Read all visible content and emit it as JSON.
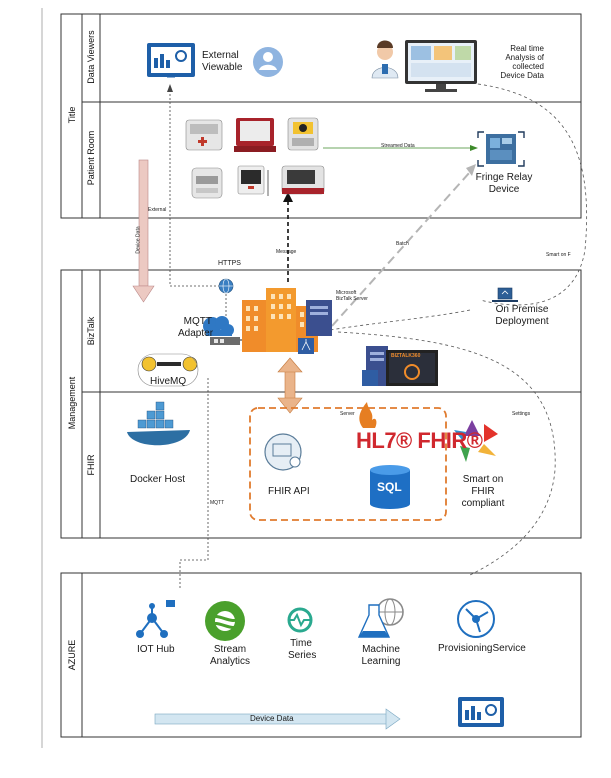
{
  "groups": {
    "title": "Title",
    "management": "Management",
    "azure": "AZURE"
  },
  "lanes": {
    "data_viewers": "Data Viewers",
    "patient_room": "Patient Room",
    "biztalk": "BizTalk",
    "fhir": "FHIR"
  },
  "nodes": {
    "external_viewable": [
      "External",
      "Viewable"
    ],
    "realtime": [
      "Real   time",
      "Analysis   of",
      "collected",
      "Device Data"
    ],
    "fringe_relay": [
      "Fringe Relay",
      "Device"
    ],
    "biztalk_server": [
      "Microsoft",
      "BizTalk Server"
    ],
    "mqtt_adapter": [
      "MQTT",
      "Adapter"
    ],
    "hivemq": "HiveMQ",
    "on_premise": [
      "On Premise",
      "Deployment"
    ],
    "biztalk360_logo": "BIZTALK360",
    "docker_host": "Docker Host",
    "fhir_api": "FHIR API",
    "hl7_fhir": "HL7® FHIR®",
    "sql": "SQL",
    "smart_fhir": [
      "Smart on",
      "FHIR",
      "compliant"
    ],
    "iot_hub": "IOT Hub",
    "stream_analytics": [
      "Stream",
      "Analytics"
    ],
    "time_series": [
      "Time",
      "Series"
    ],
    "machine_learning": [
      "Machine",
      "Learning"
    ],
    "provisioning": "ProvisioningService"
  },
  "edges": {
    "streamed_data": "Streamed Data",
    "external": "External",
    "device_data_vertical": "Device Data",
    "message": "Message",
    "batch": "Batch",
    "smart_on_f": "Smart on F",
    "https": "HTTPS",
    "server": "Server",
    "settings": "Settings",
    "mqtt": "MQTT",
    "device_data_horizontal": "Device Data"
  },
  "colors": {
    "lane_border": "#333333",
    "orange_border": "#e07b2e",
    "iot_blue": "#1f6fbf",
    "stream_green": "#4aa02c",
    "teal": "#2aa98f",
    "device_data_arrow": "#e9c9c4",
    "device_data_h_arrow": "#cfe4ef"
  }
}
